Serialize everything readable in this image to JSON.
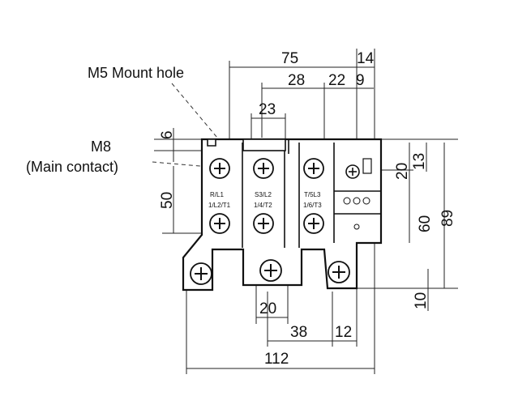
{
  "labels": {
    "mount_hole": "M5 Mount hole",
    "main_contact_size": "M8",
    "main_contact_desc": "(Main contact)"
  },
  "terminals": {
    "t1_top": "R/L1",
    "t1_bot": "1/L2/T1",
    "t2_top": "S3/L2",
    "t2_bot": "1/4/T2",
    "t3_top": "T/5L3",
    "t3_bot": "1/6/T3"
  },
  "dimensions": {
    "d75": "75",
    "d14": "14",
    "d28": "28",
    "d22": "22",
    "d9": "9",
    "d23": "23",
    "d6": "6",
    "d20_right": "20",
    "d13": "13",
    "d50": "50",
    "d60": "60",
    "d89": "89",
    "d10": "10",
    "d20_bottom": "20",
    "d38": "38",
    "d12": "12",
    "d112": "112"
  }
}
